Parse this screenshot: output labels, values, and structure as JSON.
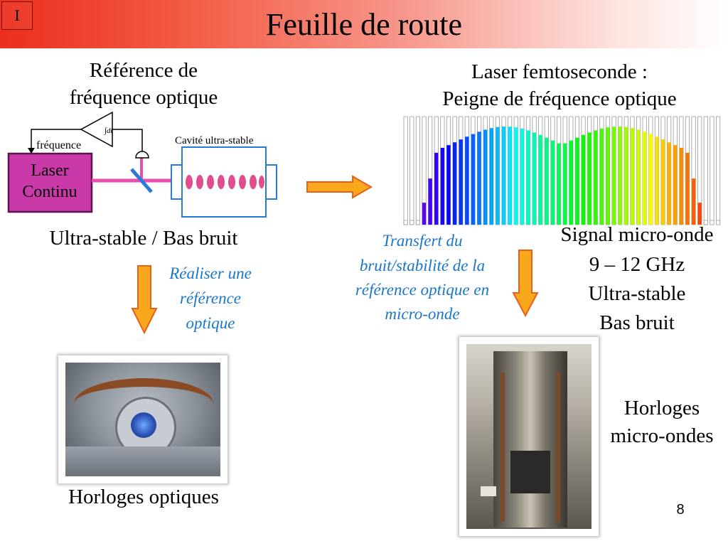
{
  "slide": {
    "badge": "I",
    "title": "Feuille de route",
    "page_number": "8"
  },
  "left": {
    "heading_line1": "Référence de",
    "heading_line2": "fréquence optique",
    "diagram": {
      "laser_line1": "Laser",
      "laser_line2": "Continu",
      "frequence_label": "fréquence",
      "integrator_label": "∫dt",
      "cavity_label": "Cavité ultra-stable"
    },
    "caption": "Ultra-stable / Bas bruit",
    "arrow_note": [
      "Réaliser une",
      "référence",
      "optique"
    ],
    "photo_caption": "Horloges optiques"
  },
  "middle": {
    "note": [
      "Transfert du",
      "bruit/stabilité de la",
      "référence optique en",
      "micro-onde"
    ]
  },
  "right": {
    "heading_line1": "Laser femtoseconde :",
    "heading_line2": "Peigne de fréquence optique",
    "signal": [
      "Signal micro-onde",
      "9 – 12 GHz",
      "Ultra-stable",
      "Bas bruit"
    ],
    "photo_label": [
      "Horloges",
      "micro-ondes"
    ]
  },
  "colors": {
    "arrow_fill": "#f7a81b",
    "arrow_edge": "#e8601c",
    "blue_text": "#1a76c9",
    "laser_box": "#c93aa8",
    "beam": "#e94fae"
  }
}
